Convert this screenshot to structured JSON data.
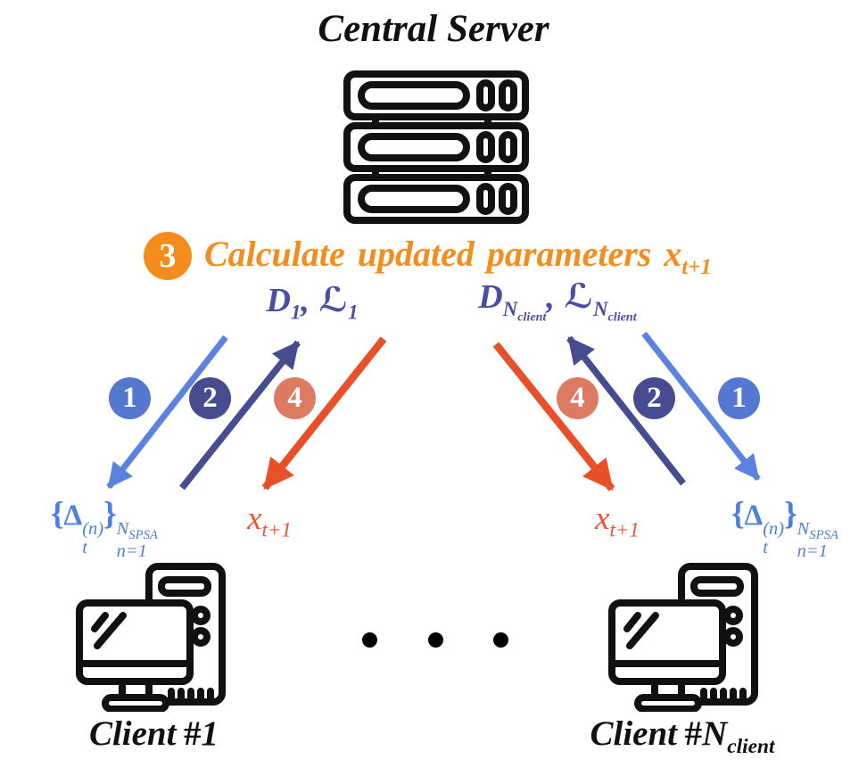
{
  "colors": {
    "blue_arrow": "#5b82dd",
    "blue_badge": "#5477d0",
    "blue_text": "#4c7fe0",
    "indigo": "#474b90",
    "indigo_text": "#4a4fa5",
    "red": "#e8502a",
    "red_text": "#f0512e",
    "salmon": "#dd7a62",
    "orange": "#f28d1e",
    "ink": "#111111"
  },
  "title": "Central Server",
  "step3": {
    "number": "3",
    "text": "Calculate updated parameters",
    "var_base": "x",
    "var_sub": "t+1"
  },
  "upload_left": {
    "D": "D",
    "D_sub": "1",
    "comma": ",",
    "L": "ℒ",
    "L_sub": "1"
  },
  "upload_right": {
    "D": "D",
    "D_sub": "N",
    "D_subsub": "client",
    "comma": ",",
    "L": "ℒ",
    "L_sub": "N",
    "L_subsub": "client"
  },
  "steps": {
    "step1": "1",
    "step2": "2",
    "step4": "4"
  },
  "delta_label": {
    "open": "{",
    "symbol": "Δ",
    "sup": "(n)",
    "sub": "t",
    "close": "}",
    "upper": "N",
    "upper_sub": "SPSA",
    "lower": "n=1"
  },
  "x_label": {
    "base": "x",
    "sub": "t+1"
  },
  "client_left": {
    "name": "Client",
    "hash": "#",
    "number": "1"
  },
  "client_right": {
    "name": "Client",
    "hash": "#",
    "number": "N",
    "number_sub": "client"
  },
  "icons": {
    "server": "server-rack-icon",
    "client": "desktop-computer-icon",
    "ellipsis": "three-dots"
  }
}
